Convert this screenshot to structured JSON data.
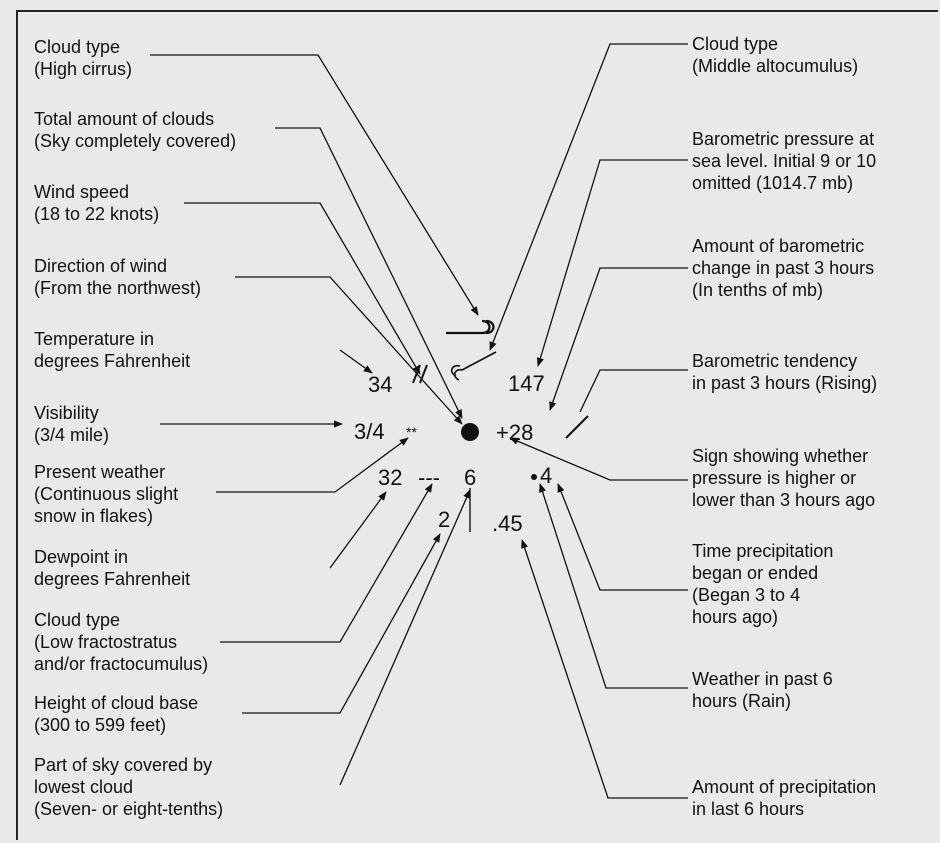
{
  "left_labels": [
    {
      "id": "cloud-type-high",
      "lines": [
        "Cloud type",
        "(High cirrus)"
      ]
    },
    {
      "id": "total-clouds",
      "lines": [
        "Total amount of clouds",
        "(Sky completely covered)"
      ]
    },
    {
      "id": "wind-speed",
      "lines": [
        "Wind speed",
        "(18 to 22 knots)"
      ]
    },
    {
      "id": "wind-direction",
      "lines": [
        "Direction of wind",
        "(From the northwest)"
      ]
    },
    {
      "id": "temperature",
      "lines": [
        "Temperature in",
        "degrees Fahrenheit"
      ]
    },
    {
      "id": "visibility",
      "lines": [
        "Visibility",
        "(3/4 mile)"
      ]
    },
    {
      "id": "present-weather",
      "lines": [
        "Present weather",
        "(Continuous slight",
        "snow in flakes)"
      ]
    },
    {
      "id": "dewpoint",
      "lines": [
        "Dewpoint in",
        "degrees Fahrenheit"
      ]
    },
    {
      "id": "cloud-type-low",
      "lines": [
        "Cloud type",
        "(Low fractostratus",
        "and/or fractocumulus)"
      ]
    },
    {
      "id": "cloud-base-height",
      "lines": [
        "Height of cloud base",
        "(300 to 599 feet)"
      ]
    },
    {
      "id": "lowest-cloud-cover",
      "lines": [
        "Part of sky covered by",
        "lowest cloud",
        "(Seven- or eight-tenths)"
      ]
    }
  ],
  "right_labels": [
    {
      "id": "cloud-type-middle",
      "lines": [
        "Cloud type",
        "(Middle altocumulus)"
      ]
    },
    {
      "id": "sea-level-pressure",
      "lines": [
        "Barometric pressure at",
        "sea level. Initial 9 or 10",
        "omitted (1014.7 mb)"
      ]
    },
    {
      "id": "pressure-change",
      "lines": [
        "Amount of barometric",
        "change in past 3 hours",
        "(In tenths of mb)"
      ]
    },
    {
      "id": "pressure-tendency",
      "lines": [
        "Barometric tendency",
        "in past 3 hours (Rising)"
      ]
    },
    {
      "id": "pressure-sign",
      "lines": [
        "Sign showing whether",
        "pressure is higher or",
        "lower than 3 hours ago"
      ]
    },
    {
      "id": "precip-time",
      "lines": [
        "Time precipitation",
        "began or ended",
        "(Began 3 to 4",
        "hours ago)"
      ]
    },
    {
      "id": "past-weather",
      "lines": [
        "Weather in past 6",
        "hours (Rain)"
      ]
    },
    {
      "id": "precip-amount",
      "lines": [
        "Amount of precipitation",
        "in last 6 hours"
      ]
    }
  ],
  "station": {
    "temperature": "34",
    "visibility": "3/4",
    "dewpoint": "32",
    "cloud_base": "2",
    "lowest_cover": "6",
    "pressure": "147",
    "change": "+28",
    "precip_time": "4",
    "precip_amount": ".45",
    "snow_symbol": "**",
    "low_cloud_symbol": "---"
  }
}
